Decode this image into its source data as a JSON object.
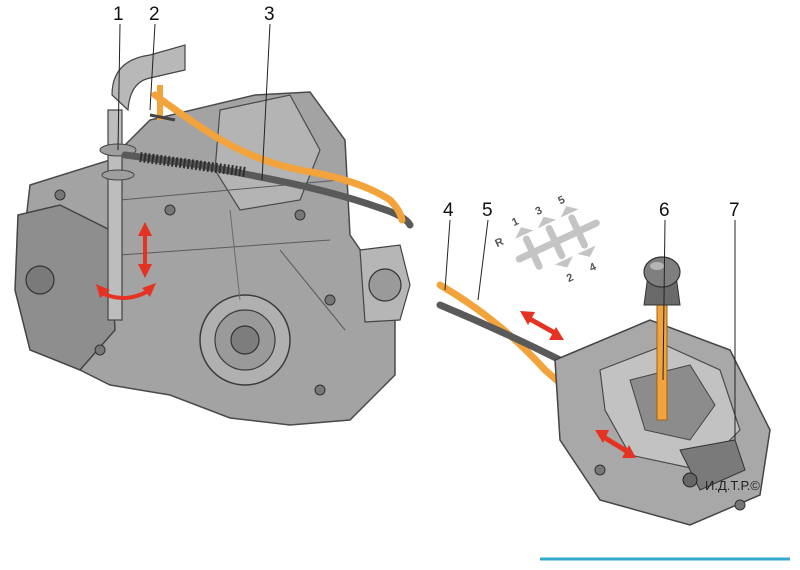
{
  "callouts": [
    "1",
    "2",
    "3",
    "4",
    "5",
    "6",
    "7"
  ],
  "shift_pattern": {
    "top_row": [
      "R",
      "1",
      "3",
      "5"
    ],
    "bottom_row": [
      "2",
      "4"
    ]
  },
  "copyright": "И.Д.Т.Р.©",
  "colors": {
    "housing": "#9c9c9c",
    "housing_dark": "#6e6e6e",
    "cable_orange": "#f2a33c",
    "cable_dark": "#5a5a5a",
    "arrow_red": "#e53222",
    "pattern_grey": "#c4c4c4",
    "rule_blue": "#34a9cf"
  }
}
